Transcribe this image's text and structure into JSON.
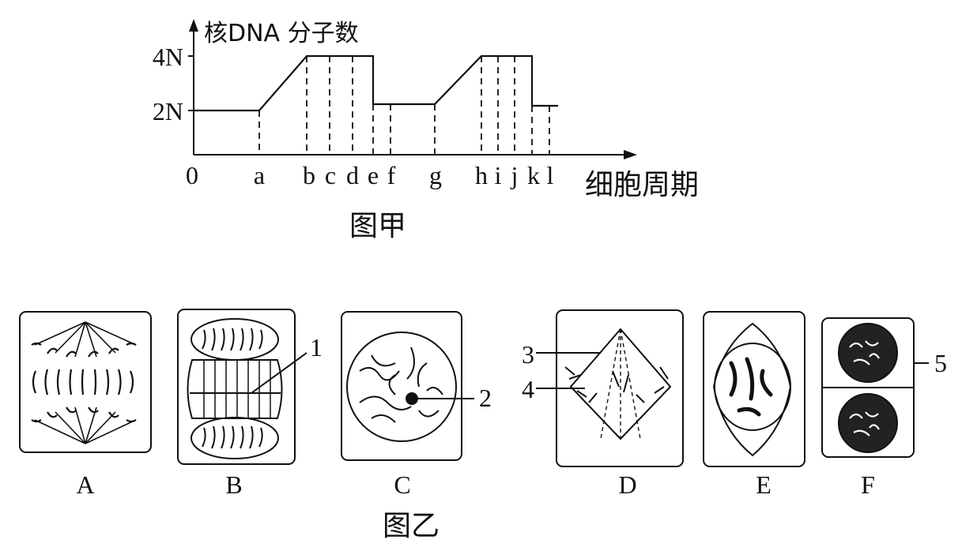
{
  "graph_jia": {
    "y_axis_label": "核DNA 分子数",
    "y_ticks": [
      "4N",
      "2N"
    ],
    "origin_label": "0",
    "x_ticks": [
      "a",
      "b",
      "c",
      "d",
      "e",
      "f",
      "g",
      "h",
      "i",
      "j",
      "k",
      "l"
    ],
    "x_axis_label": "细胞周期",
    "caption": "图甲"
  },
  "chart_data": {
    "type": "line",
    "title": "图甲",
    "xlabel": "细胞周期",
    "ylabel": "核DNA 分子数",
    "categories": [
      "0",
      "a",
      "b",
      "c",
      "d",
      "e",
      "f",
      "g",
      "h",
      "i",
      "j",
      "k",
      "l"
    ],
    "series": [
      {
        "values": [
          "2N",
          "2N",
          "4N",
          "4N",
          "4N",
          "4N→2N",
          "2N",
          "2N",
          "4N",
          "4N",
          "4N",
          "4N→2N",
          "2N"
        ]
      }
    ]
  },
  "figure_yi": {
    "caption": "图乙",
    "cells": [
      {
        "id": "A",
        "label": "A"
      },
      {
        "id": "B",
        "label": "B"
      },
      {
        "id": "C",
        "label": "C"
      },
      {
        "id": "D",
        "label": "D"
      },
      {
        "id": "E",
        "label": "E"
      },
      {
        "id": "F",
        "label": "F"
      }
    ],
    "pointer_labels": [
      "1",
      "2",
      "3",
      "4",
      "5"
    ]
  }
}
